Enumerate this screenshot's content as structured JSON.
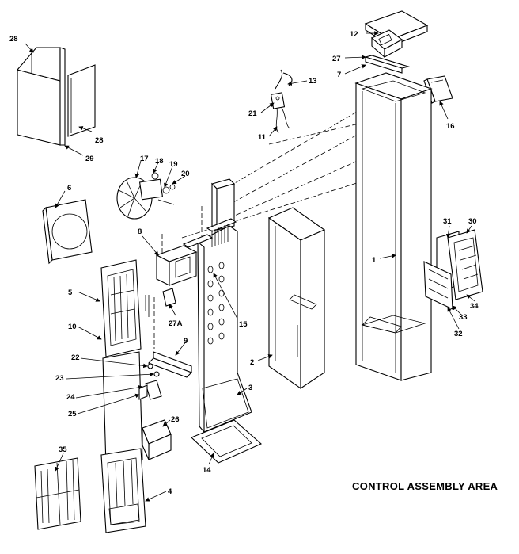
{
  "title": "CONTROL ASSEMBLY AREA",
  "callouts": [
    "1",
    "2",
    "3",
    "4",
    "5",
    "6",
    "7",
    "8",
    "9",
    "10",
    "11",
    "12",
    "13",
    "14",
    "15",
    "16",
    "17",
    "18",
    "19",
    "20",
    "21",
    "22",
    "23",
    "24",
    "25",
    "26",
    "27",
    "27A",
    "28",
    "28",
    "29",
    "30",
    "31",
    "32",
    "33",
    "34",
    "35"
  ]
}
